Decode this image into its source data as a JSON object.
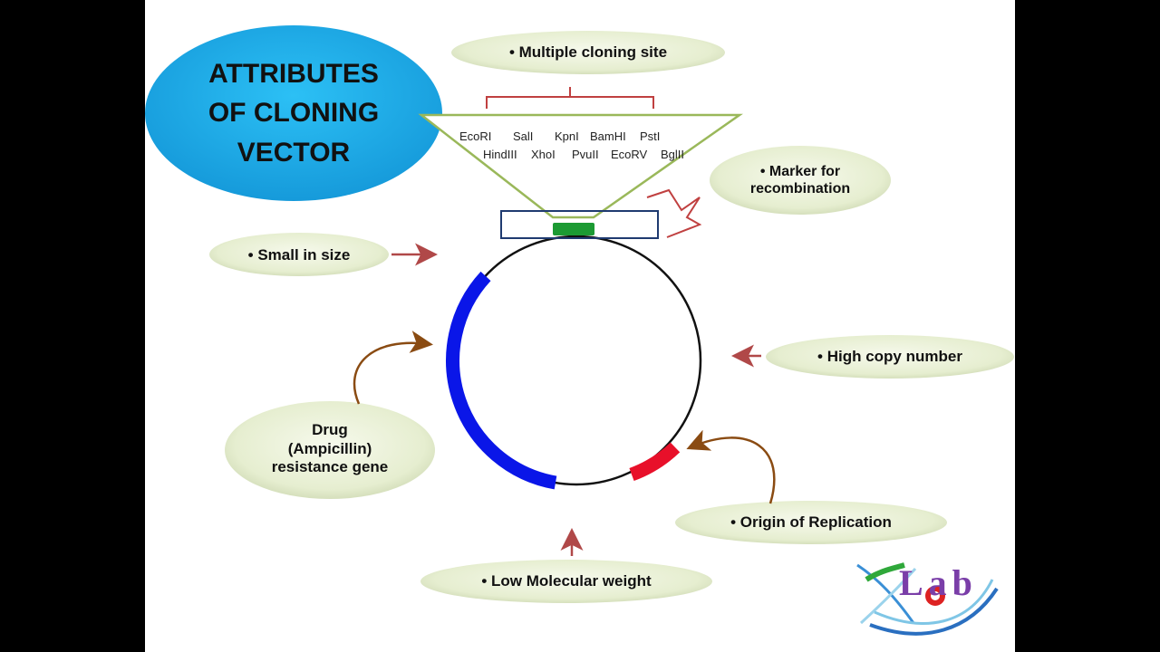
{
  "title": "ATTRIBUTES\nOF CLONING\nVECTOR",
  "attributes": {
    "multiple_cloning_site": "• Multiple  cloning site",
    "marker": "• Marker for\nrecombination",
    "small_size": "• Small in size",
    "high_copy": "• High copy number",
    "drug_resistance": "Drug\n(Ampicillin)\nresistance gene",
    "origin": "• Origin of Replication",
    "low_mw": "• Low Molecular  weight"
  },
  "restriction_sites": {
    "row1": [
      "EcoRI",
      "SalI",
      "KpnI",
      "BamHI",
      "PstI"
    ],
    "row2": [
      "HindIII",
      "XhoI",
      "PvuII",
      "EcoRV",
      "BglII"
    ]
  },
  "logo": {
    "text": "Lab"
  },
  "colors": {
    "title_ellipse": "#1aa7e6",
    "label_fill": "#e8efd4",
    "plasmid_ampR": "#0a16e8",
    "plasmid_ori": "#e8102a",
    "mcs_marker": "#1c9a33",
    "arrow_red": "#b04848",
    "arrow_brown": "#8a4b12",
    "triangle_outline": "#9ab85a",
    "bracket_red": "#c04040",
    "box_outline": "#1f3a70"
  }
}
